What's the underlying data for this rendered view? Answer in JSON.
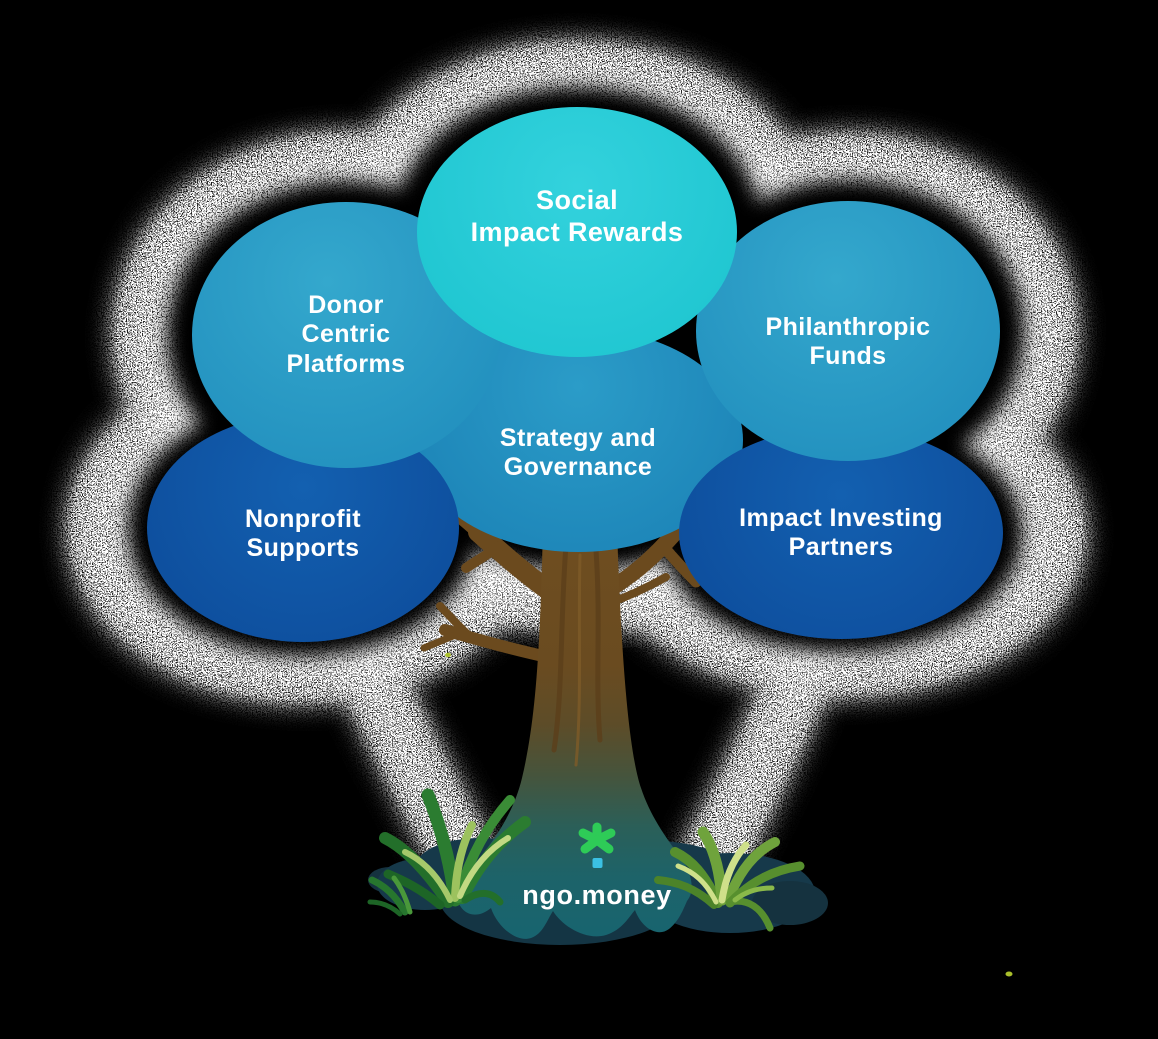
{
  "page": {
    "background_color": "#000000"
  },
  "bubbles": [
    {
      "id": "social-impact-rewards",
      "label": "Social\nImpact Rewards",
      "color": "#25c9d4"
    },
    {
      "id": "donor-centric-platforms",
      "label": "Donor\nCentric\nPlatforms",
      "color": "#2a9dc4"
    },
    {
      "id": "philanthropic-funds",
      "label": "Philanthropic\nFunds",
      "color": "#2a9dc4"
    },
    {
      "id": "strategy-and-governance",
      "label": "Strategy and\nGovernance",
      "color": "#1f8abc"
    },
    {
      "id": "nonprofit-supports",
      "label": "Nonprofit\nSupports",
      "color": "#0f55a4"
    },
    {
      "id": "impact-investing-partners",
      "label": "Impact Investing\nPartners",
      "color": "#0f55a4"
    }
  ],
  "brand": {
    "name": "ngo.money",
    "asterisk_icon_color": "#2ecb57",
    "dot_color": "#3bc1e3",
    "text_color": "#ffffff"
  },
  "illustration": {
    "canopy_color": "#000000",
    "grain_color": "#ffffff",
    "trunk_color": "#6b4a1e",
    "trunk_base_color": "#1a6a72",
    "ground_color": "#16394a",
    "grass_left_color": "#2b7c30",
    "grass_right_color": "#6fa33c"
  }
}
